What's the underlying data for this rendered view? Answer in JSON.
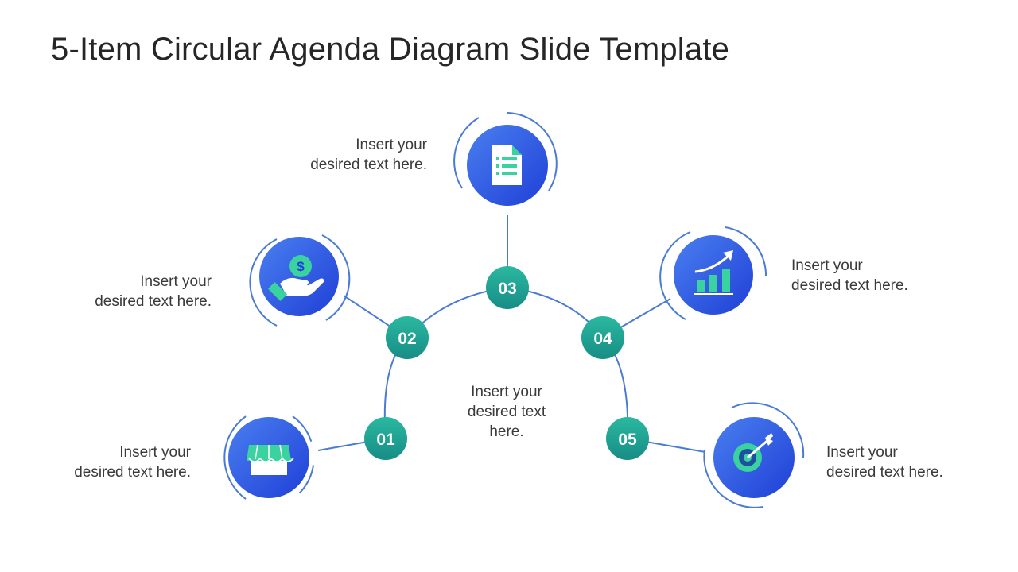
{
  "title": "5-Item Circular Agenda Diagram Slide Template",
  "center_text": [
    "Insert your",
    "desired text",
    "here."
  ],
  "items": [
    {
      "number": "01",
      "icon": "store-icon",
      "text": [
        "Insert your",
        "desired text here."
      ]
    },
    {
      "number": "02",
      "icon": "money-hand-icon",
      "text": [
        "Insert your",
        "desired text here."
      ]
    },
    {
      "number": "03",
      "icon": "document-icon",
      "text": [
        "Insert your",
        "desired text here."
      ]
    },
    {
      "number": "04",
      "icon": "growth-chart-icon",
      "text": [
        "Insert your",
        "desired text here."
      ]
    },
    {
      "number": "05",
      "icon": "target-icon",
      "text": [
        "Insert your",
        "desired text here."
      ]
    }
  ],
  "colors": {
    "icon_circle": "#2f5fe0",
    "node": "#1fa394",
    "line": "#4a7bd4",
    "accent_green": "#3ad29f"
  }
}
